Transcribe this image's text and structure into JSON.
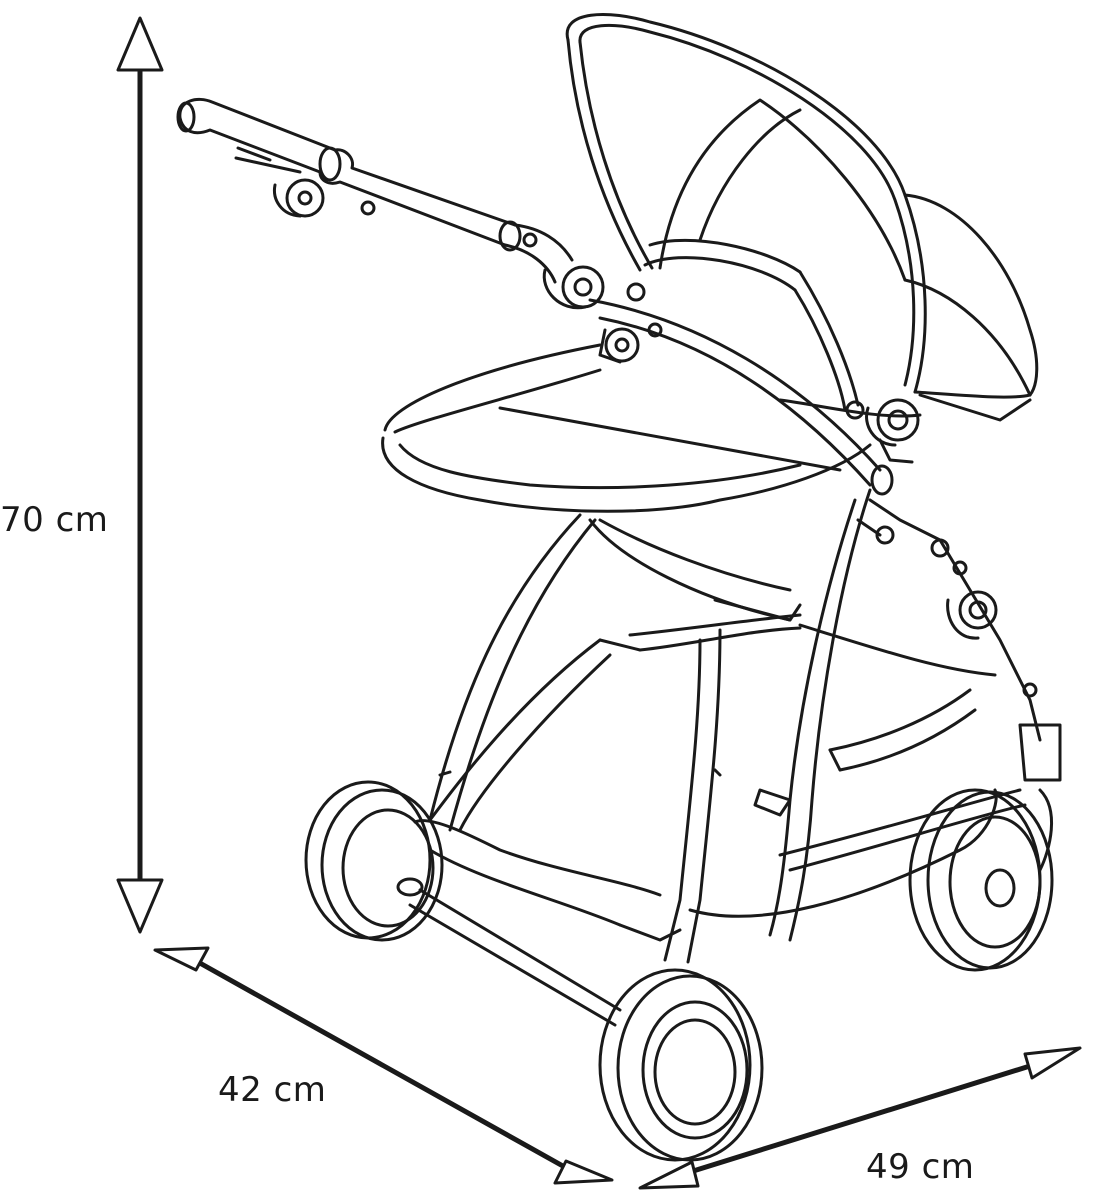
{
  "dimensions": {
    "height": "70 cm",
    "depth": "42 cm",
    "width": "49 cm"
  },
  "colors": {
    "line": "#1a1a1a",
    "background": "#ffffff"
  }
}
